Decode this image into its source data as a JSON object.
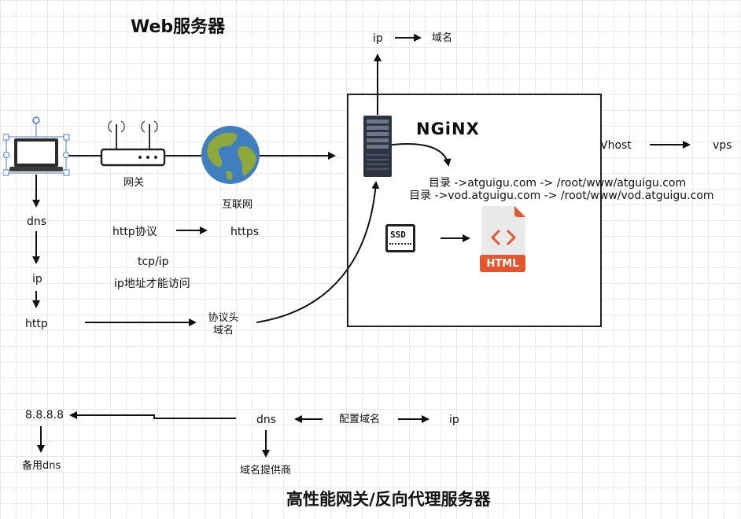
{
  "titles": {
    "web_server": "Web服务器",
    "gateway_proxy": "高性能网关/反向代理服务器"
  },
  "client": {
    "gateway_label": "网关",
    "internet_label": "互联网",
    "dns": "dns",
    "ip": "ip",
    "http": "http"
  },
  "protocol": {
    "http_protocol": "http协议",
    "https": "https",
    "tcp_ip": "tcp/ip",
    "ip_access_note": "ip地址才能访问",
    "header_line1": "协议头",
    "header_line2": "域名"
  },
  "server": {
    "nginx_logo": "NGiNX",
    "dir_line1": "目录 ->atguigu.com -> /root/www/atguigu.com",
    "dir_line2": "目录 ->vod.atguigu.com -> /root/www/vod.atguigu.com",
    "ssd_label": "SSD",
    "html_label": "HTML",
    "top_ip": "ip",
    "top_domain": "域名",
    "vhost": "Vhost",
    "vps": "vps"
  },
  "dns_flow": {
    "google_dns": "8.8.8.8",
    "backup_dns": "备用dns",
    "dns": "dns",
    "config_domain": "配置域名",
    "ip": "ip",
    "provider": "域名提供商"
  },
  "colors": {
    "ocean": "#3f7fbf",
    "land": "#8ea83c",
    "html_orange": "#e4572e",
    "selection_blue": "#4a7bd6",
    "server_dark": "#2e3440"
  }
}
